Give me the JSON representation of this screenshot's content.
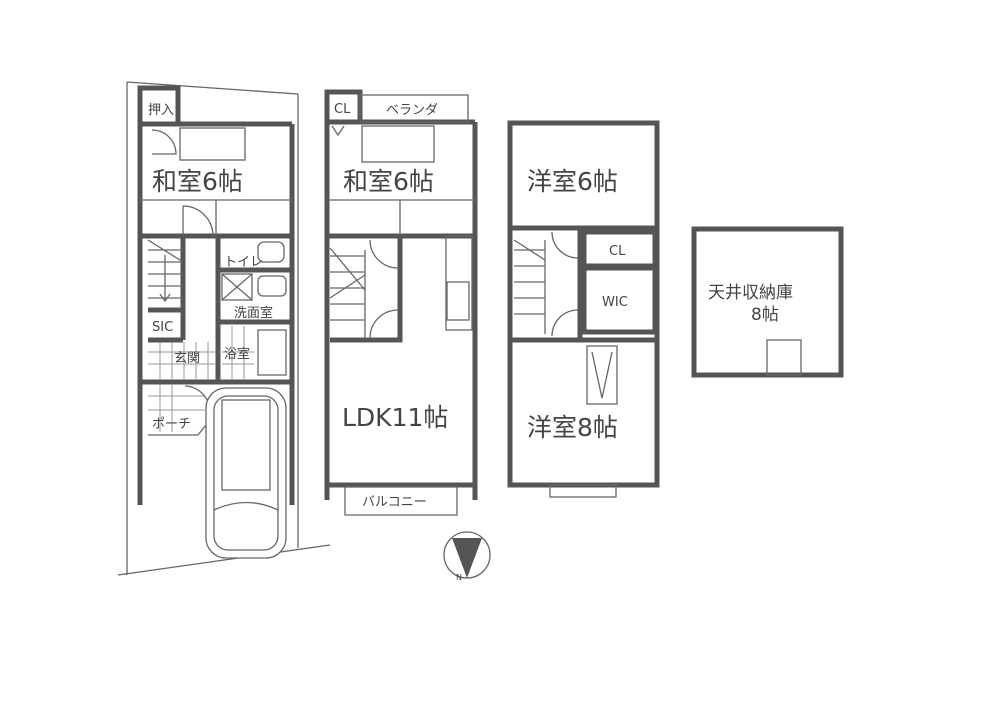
{
  "floor1": {
    "oshiire": "押入",
    "washitsu": "和室6帖",
    "toilet": "トイレ",
    "senmenjo": "洗面室",
    "sic": "SIC",
    "genkan": "玄関",
    "yokushitsu": "浴室",
    "porch": "ポーチ"
  },
  "floor2": {
    "cl": "CL",
    "veranda": "ベランダ",
    "washitsu": "和室6帖",
    "ldk": "LDK11帖",
    "balcony": "バルコニー"
  },
  "floor3": {
    "yoshitsu6": "洋室6帖",
    "cl": "CL",
    "wic": "WIC",
    "yoshitsu8": "洋室8帖"
  },
  "attic": {
    "label_line1": "天井収納庫",
    "label_line2": "8帖"
  },
  "compass": {
    "label": "N"
  }
}
